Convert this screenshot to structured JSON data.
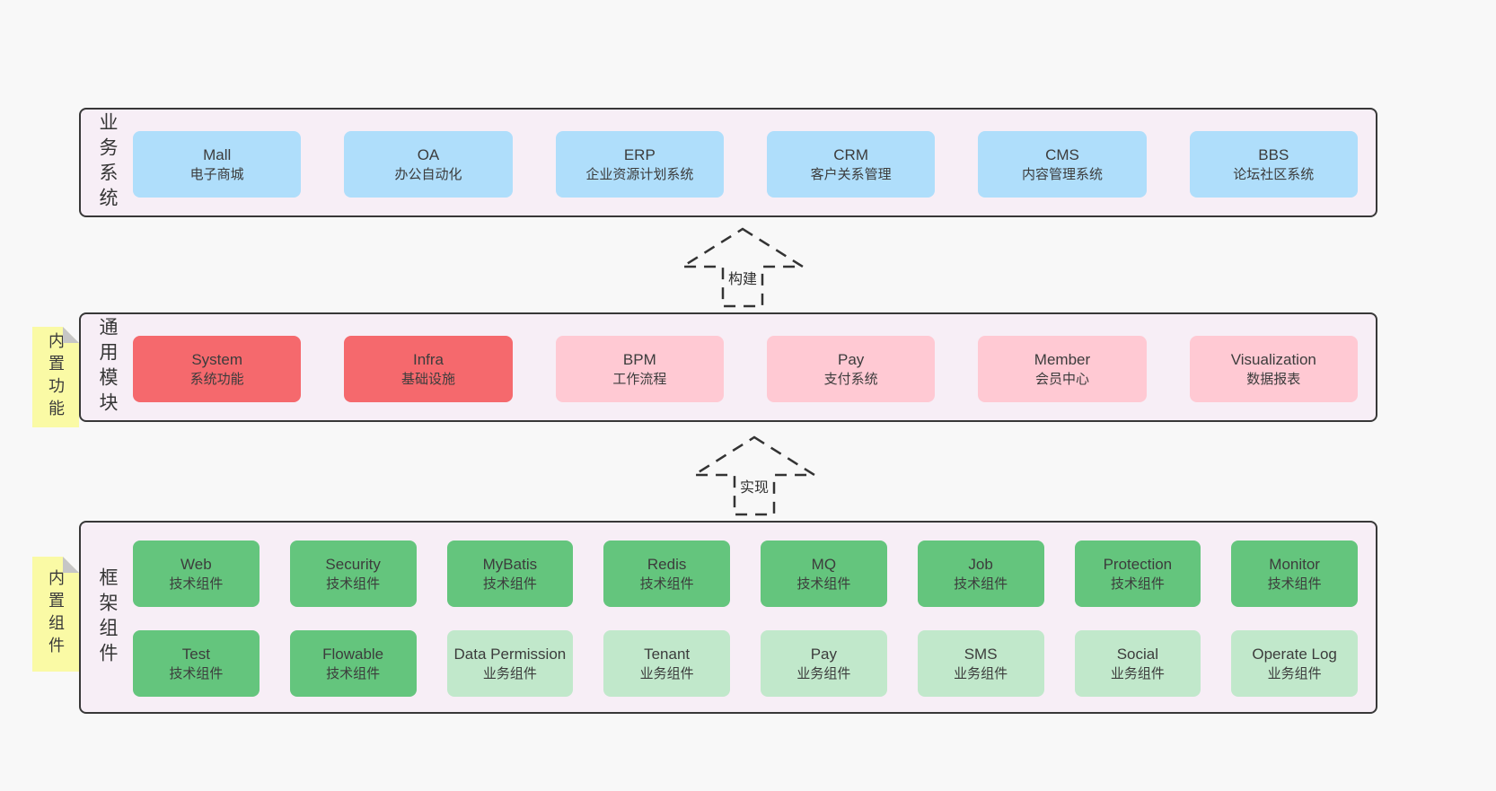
{
  "colors": {
    "page_bg": "#f8f8f8",
    "panel_bg": "#f7eef6",
    "panel_border": "#383838",
    "text": "#3c3c3c",
    "blue": "#afdefb",
    "red": "#f5696d",
    "pink": "#ffc9d3",
    "green": "#64c57d",
    "green_light": "#c1e8cb",
    "yellow": "#fafaa5",
    "fold_gray": "#c6c6c6",
    "arrow": "#333333"
  },
  "arrows": [
    {
      "label": "构建"
    },
    {
      "label": "实现"
    }
  ],
  "sections": [
    {
      "label": "业务系统",
      "boxes": [
        {
          "name": "Mall",
          "desc": "电子商城",
          "variant": "blue"
        },
        {
          "name": "OA",
          "desc": "办公自动化",
          "variant": "blue"
        },
        {
          "name": "ERP",
          "desc": "企业资源计划系统",
          "variant": "blue"
        },
        {
          "name": "CRM",
          "desc": "客户关系管理",
          "variant": "blue"
        },
        {
          "name": "CMS",
          "desc": "内容管理系统",
          "variant": "blue"
        },
        {
          "name": "BBS",
          "desc": "论坛社区系统",
          "variant": "blue"
        }
      ]
    },
    {
      "label": "通用模块",
      "tag": "内置功能",
      "boxes": [
        {
          "name": "System",
          "desc": "系统功能",
          "variant": "red"
        },
        {
          "name": "Infra",
          "desc": "基础设施",
          "variant": "red"
        },
        {
          "name": "BPM",
          "desc": "工作流程",
          "variant": "pink"
        },
        {
          "name": "Pay",
          "desc": "支付系统",
          "variant": "pink"
        },
        {
          "name": "Member",
          "desc": "会员中心",
          "variant": "pink"
        },
        {
          "name": "Visualization",
          "desc": "数据报表",
          "variant": "pink"
        }
      ]
    },
    {
      "label": "框架组件",
      "tag": "内置组件",
      "rows": [
        [
          {
            "name": "Web",
            "desc": "技术组件",
            "variant": "green"
          },
          {
            "name": "Security",
            "desc": "技术组件",
            "variant": "green"
          },
          {
            "name": "MyBatis",
            "desc": "技术组件",
            "variant": "green"
          },
          {
            "name": "Redis",
            "desc": "技术组件",
            "variant": "green"
          },
          {
            "name": "MQ",
            "desc": "技术组件",
            "variant": "green"
          },
          {
            "name": "Job",
            "desc": "技术组件",
            "variant": "green"
          },
          {
            "name": "Protection",
            "desc": "技术组件",
            "variant": "green"
          },
          {
            "name": "Monitor",
            "desc": "技术组件",
            "variant": "green"
          }
        ],
        [
          {
            "name": "Test",
            "desc": "技术组件",
            "variant": "green"
          },
          {
            "name": "Flowable",
            "desc": "技术组件",
            "variant": "green"
          },
          {
            "name": "Data Permission",
            "desc": "业务组件",
            "variant": "green-light"
          },
          {
            "name": "Tenant",
            "desc": "业务组件",
            "variant": "green-light"
          },
          {
            "name": "Pay",
            "desc": "业务组件",
            "variant": "green-light"
          },
          {
            "name": "SMS",
            "desc": "业务组件",
            "variant": "green-light"
          },
          {
            "name": "Social",
            "desc": "业务组件",
            "variant": "green-light"
          },
          {
            "name": "Operate Log",
            "desc": "业务组件",
            "variant": "green-light"
          }
        ]
      ]
    }
  ]
}
